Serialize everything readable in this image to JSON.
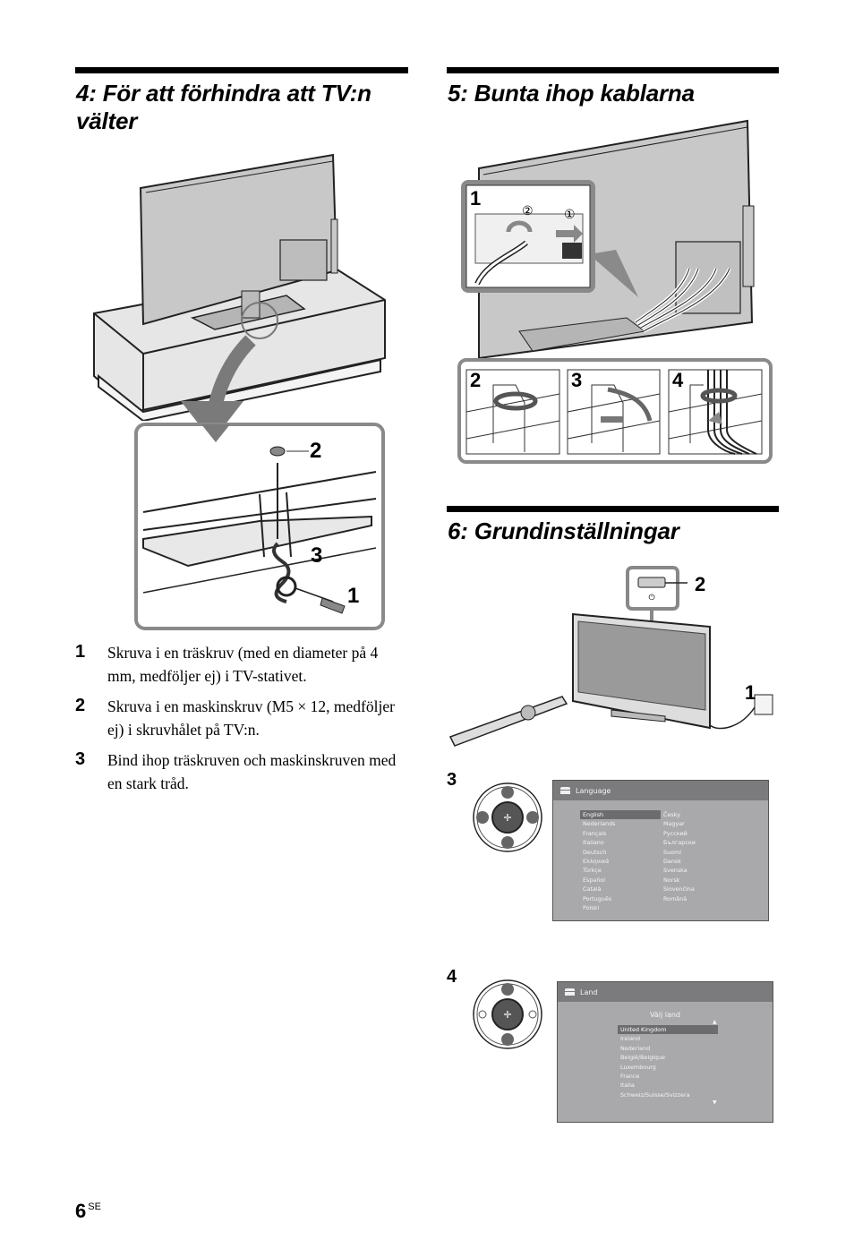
{
  "section4": {
    "title_line1": "4: För att förhindra att TV:n",
    "title_line2": "välter",
    "figure_callouts": [
      "2",
      "3",
      "1"
    ],
    "steps": [
      {
        "num": "1",
        "text": "Skruva i en träskruv (med en diameter på 4 mm, medföljer ej) i TV-stativet."
      },
      {
        "num": "2",
        "text": "Skruva i en maskinskruv (M5 × 12, medföljer ej) i skruvhålet på TV:n."
      },
      {
        "num": "3",
        "text": "Bind ihop träskruven och maskinskruven med en stark tråd."
      }
    ]
  },
  "section5": {
    "title": "5: Bunta ihop kablarna",
    "inset_label": "1",
    "inset_circled": [
      "②",
      "①"
    ],
    "panel_labels": [
      "2",
      "3",
      "4"
    ]
  },
  "section6": {
    "title": "6: Grundinställningar",
    "callouts": [
      "2",
      "1"
    ],
    "step3_label": "3",
    "step4_label": "4",
    "language_menu": {
      "title": "Language",
      "col1": [
        "English",
        "Nederlands",
        "Français",
        "Italiano",
        "Deutsch",
        "Ελληνικά",
        "Türkçe",
        "Español",
        "Català",
        "Português",
        "Polski"
      ],
      "col2": [
        "Česky",
        "Magyar",
        "Русский",
        "Български",
        "Suomi",
        "Dansk",
        "Svenska",
        "Norsk",
        "Slovenčina",
        "Română"
      ],
      "selected": "English"
    },
    "land_menu": {
      "title": "Land",
      "heading": "Välj land",
      "items": [
        "United Kingdom",
        "Ireland",
        "Nederland",
        "België/Belgique",
        "Luxembourg",
        "France",
        "Italia",
        "Schweiz/Suisse/Svizzera"
      ],
      "selected": "United Kingdom",
      "up_arrow": "▲",
      "down_arrow": "▼"
    }
  },
  "footer": {
    "page": "6",
    "lang": "SE"
  },
  "colors": {
    "rule": "#000000",
    "menu_bg": "#a9a9ab",
    "menu_bar": "#7b7b7d",
    "arrow_gray": "#7a7a7a",
    "frame_gray": "#8a8a8a"
  }
}
